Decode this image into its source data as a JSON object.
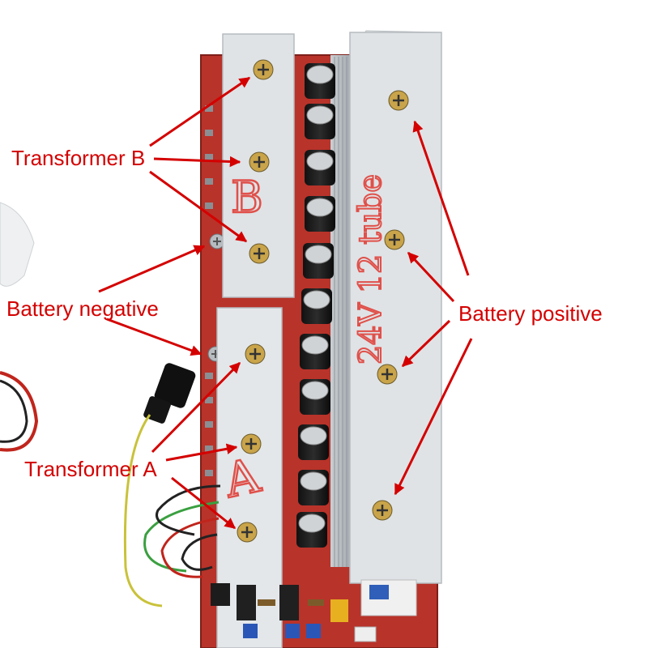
{
  "colors": {
    "annotation": "#d40000",
    "pcb": "#b8332a",
    "heatsink": "#dfe3e6",
    "marker": "#e0504a"
  },
  "labels": {
    "transformer_b": "Transformer B",
    "battery_negative": "Battery negative",
    "battery_positive": "Battery positive",
    "transformer_a": "Transformer A"
  },
  "handwriting": {
    "upper_plate": "B",
    "lower_plate": "A",
    "right_plate": "24V 12 tube"
  }
}
